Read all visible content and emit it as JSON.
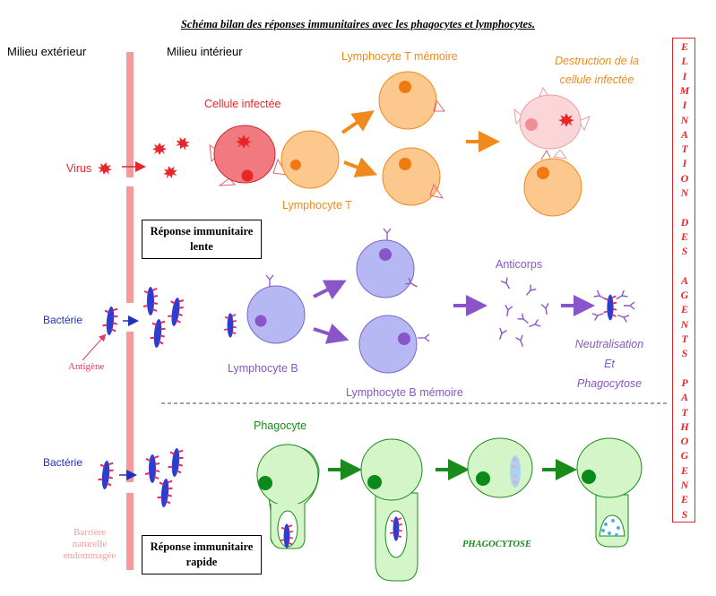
{
  "title": "Schéma bilan des réponses immunitaires avec les phagocytes et lymphocytes.",
  "milieu_exterieur": "Milieu extérieur",
  "milieu_interieur": "Milieu intérieur",
  "virus": "Virus",
  "cellule_infectee": "Cellule infectée",
  "lymphocyte_t_memoire": "Lymphocyte T mémoire",
  "lymphocyte_t": "Lymphocyte T",
  "destruction_line1": "Destruction de la",
  "destruction_line2": "cellule infectée",
  "reponse_lente_line1": "Réponse immunitaire",
  "reponse_lente_line2": "lente",
  "bacterie_1": "Bactérie",
  "antigene": "Antigène",
  "lymphocyte_b": "Lymphocyte B",
  "lymphocyte_b_memoire": "Lymphocyte B mémoire",
  "anticorps": "Anticorps",
  "neutralisation_line1": "Neutralisation",
  "neutralisation_line2": "Et",
  "neutralisation_line3": "Phagocytose",
  "bacterie_2": "Bactérie",
  "phagocyte": "Phagocyte",
  "barriere_line1": "Barrière",
  "barriere_line2": "naturelle",
  "barriere_line3": "endommagée",
  "reponse_rapide_line1": "Réponse immunitaire",
  "reponse_rapide_line2": "rapide",
  "phagocytose": "PHAGOCYTOSE",
  "elimination_letters": [
    "E",
    "L",
    "I",
    "M",
    "I",
    "N",
    "A",
    "T",
    "I",
    "O",
    "N",
    "",
    "D",
    "E",
    "S",
    "",
    "A",
    "G",
    "E",
    "N",
    "T",
    "S",
    "",
    "P",
    "A",
    "T",
    "H",
    "O",
    "G",
    "E",
    "N",
    "E",
    "S"
  ],
  "colors": {
    "red": "#e8262a",
    "orange": "#f08a1c",
    "blue": "#1f2fbf",
    "purple": "#8a55c8",
    "green": "#1a8a1a",
    "barrier": "#f59a9a"
  }
}
